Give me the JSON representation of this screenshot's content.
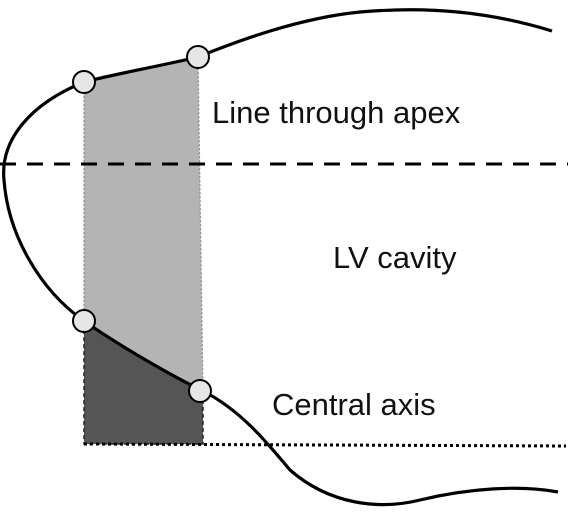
{
  "labels": {
    "apex_line": "Line through apex",
    "lv_cavity": "LV cavity",
    "central_axis": "Central axis"
  },
  "colors": {
    "light_region": "#b4b4b4",
    "dark_region": "#555555",
    "contour": "#000000",
    "marker_fill": "#e6e6e6"
  }
}
